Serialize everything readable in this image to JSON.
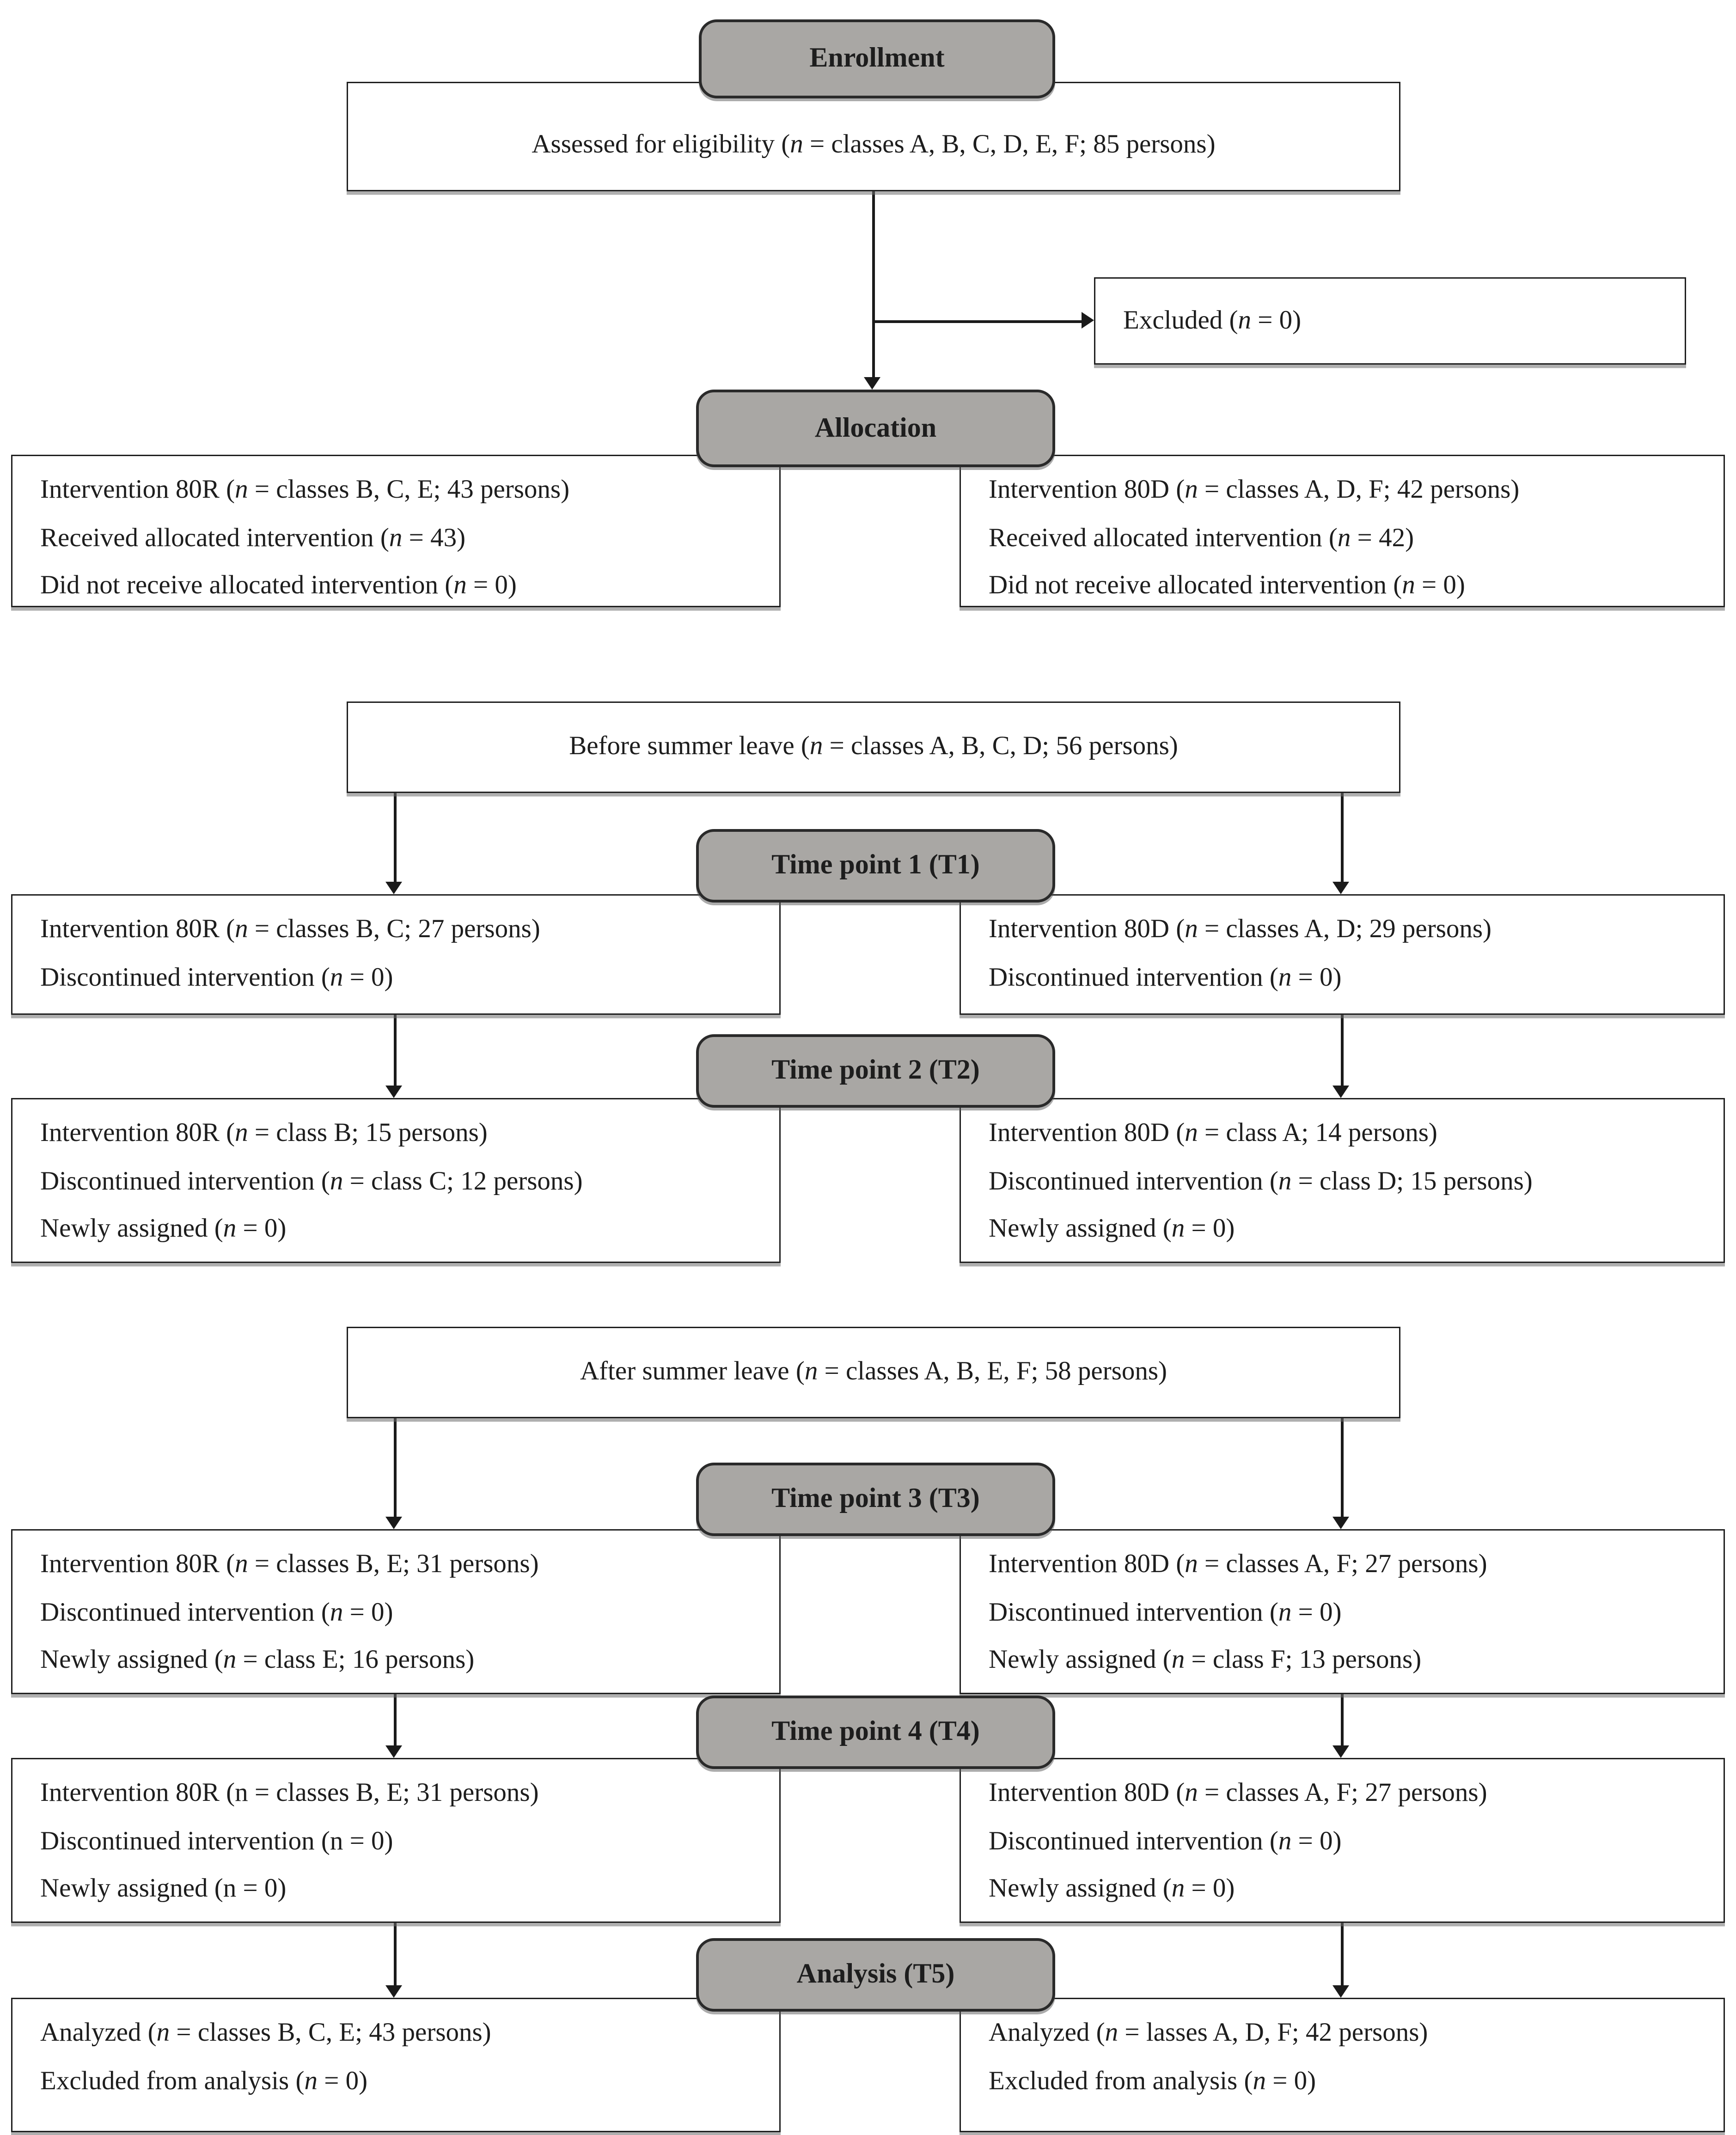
{
  "diagram": {
    "colors": {
      "pill_fill": "#a9a7a4",
      "pill_border": "#2a2a2a",
      "box_border": "#1f1f1f",
      "line": "#1a1a1a",
      "background": "#ffffff"
    },
    "labels": {
      "enrollment": "Enrollment",
      "allocation": "Allocation",
      "t1": "Time point 1 (T1)",
      "t2": "Time point 2 (T2)",
      "t3": "Time point 3 (T3)",
      "t4": "Time point 4 (T4)",
      "t5": "Analysis (T5)"
    },
    "boxes": {
      "assessed": {
        "lines": [
          {
            "text": "Assessed for eligibility (n = classes A, B, C, D, E, F; 85 persons)",
            "italic_n": true
          }
        ]
      },
      "excluded": {
        "lines": [
          {
            "text": "Excluded (n = 0)",
            "italic_n": true
          }
        ]
      },
      "alloc_left": {
        "lines": [
          {
            "text": "Intervention 80R (n = classes B, C, E; 43 persons)",
            "italic_n": true
          },
          {
            "text": "Received allocated intervention (n = 43)",
            "italic_n": true
          },
          {
            "text": "Did not receive allocated intervention (n = 0)",
            "italic_n": true
          }
        ]
      },
      "alloc_right": {
        "lines": [
          {
            "text": "Intervention 80D (n = classes A, D, F; 42 persons)",
            "italic_n": true
          },
          {
            "text": "Received allocated intervention (n = 42)",
            "italic_n": true
          },
          {
            "text": "Did not receive allocated intervention (n = 0)",
            "italic_n": true
          }
        ]
      },
      "before_summer": {
        "lines": [
          {
            "text": "Before summer leave (n = classes A, B, C, D; 56 persons)",
            "italic_n": true
          }
        ]
      },
      "t1_left": {
        "lines": [
          {
            "text": "Intervention 80R (n = classes B, C; 27 persons)",
            "italic_n": true
          },
          {
            "text": "Discontinued intervention (n = 0)",
            "italic_n": true
          }
        ]
      },
      "t1_right": {
        "lines": [
          {
            "text": "Intervention 80D (n = classes A, D; 29 persons)",
            "italic_n": true
          },
          {
            "text": "Discontinued intervention (n = 0)",
            "italic_n": true
          }
        ]
      },
      "t2_left": {
        "lines": [
          {
            "text": "Intervention 80R (n = class B; 15 persons)",
            "italic_n": true
          },
          {
            "text": "Discontinued intervention (n = class C; 12 persons)",
            "italic_n": true
          },
          {
            "text": "Newly assigned (n = 0)",
            "italic_n": true
          }
        ]
      },
      "t2_right": {
        "lines": [
          {
            "text": "Intervention 80D (n = class A; 14 persons)",
            "italic_n": true
          },
          {
            "text": "Discontinued intervention (n = class D; 15 persons)",
            "italic_n": true
          },
          {
            "text": "Newly assigned (n = 0)",
            "italic_n": true
          }
        ]
      },
      "after_summer": {
        "lines": [
          {
            "text": "After summer leave (n = classes A, B, E, F; 58 persons)",
            "italic_n": true
          }
        ]
      },
      "t3_left": {
        "lines": [
          {
            "text": "Intervention 80R (n = classes B, E; 31 persons)",
            "italic_n": true
          },
          {
            "text": "Discontinued intervention (n = 0)",
            "italic_n": true
          },
          {
            "text": "Newly assigned (n = class E; 16 persons)",
            "italic_n": true
          }
        ]
      },
      "t3_right": {
        "lines": [
          {
            "text": "Intervention 80D (n = classes A, F; 27 persons)",
            "italic_n": true
          },
          {
            "text": "Discontinued intervention (n = 0)",
            "italic_n": true
          },
          {
            "text": "Newly assigned (n = class F; 13 persons)",
            "italic_n": true
          }
        ]
      },
      "t4_left": {
        "lines": [
          {
            "text": "Intervention 80R (n = classes B, E; 31 persons)",
            "italic_n": false
          },
          {
            "text": "Discontinued intervention (n = 0)",
            "italic_n": false
          },
          {
            "text": "Newly assigned (n = 0)",
            "italic_n": false
          }
        ]
      },
      "t4_right": {
        "lines": [
          {
            "text": "Intervention 80D (n = classes A, F; 27 persons)",
            "italic_n": true
          },
          {
            "text": "Discontinued intervention (n = 0)",
            "italic_n": true
          },
          {
            "text": "Newly assigned (n = 0)",
            "italic_n": true
          }
        ]
      },
      "t5_left": {
        "lines": [
          {
            "text": "Analyzed (n = classes B, C, E; 43 persons)",
            "italic_n": true
          },
          {
            "text": "Excluded from analysis (n = 0)",
            "italic_n": true
          }
        ]
      },
      "t5_right": {
        "lines": [
          {
            "text": "Analyzed (n = lasses A, D, F; 42 persons)",
            "italic_n": true
          },
          {
            "text": "Excluded from analysis (n = 0)",
            "italic_n": true
          }
        ]
      }
    }
  }
}
